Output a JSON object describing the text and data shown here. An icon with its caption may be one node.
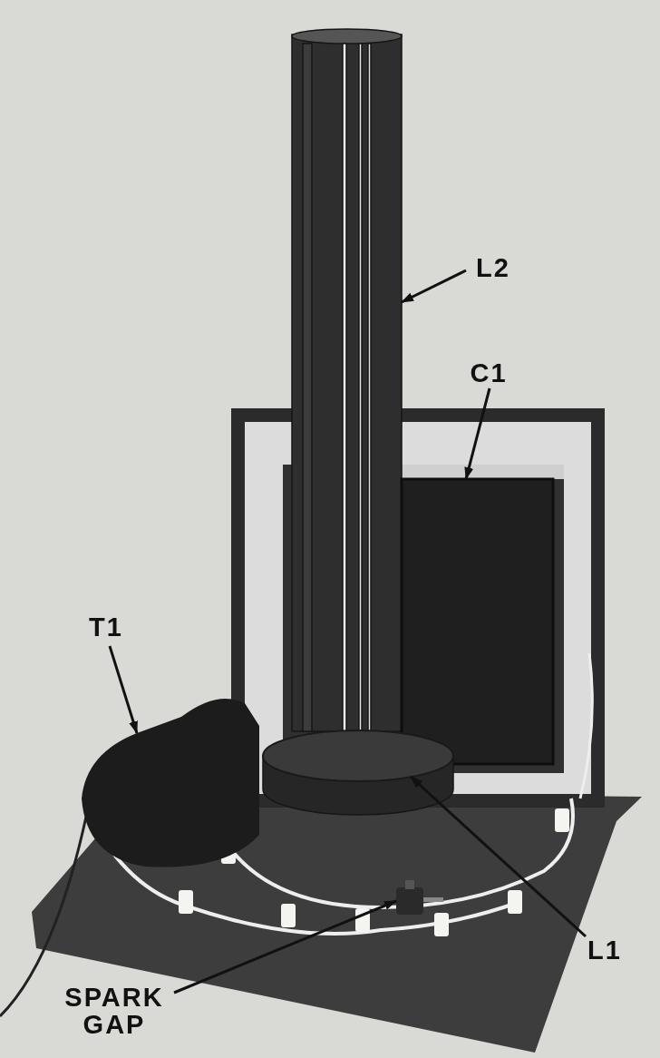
{
  "diagram": {
    "nodes": [
      {
        "text": [
          "L2"
        ]
      },
      {
        "text": [
          "C1"
        ]
      },
      {
        "text": [
          "T1"
        ]
      },
      {
        "text": [
          "L1"
        ]
      },
      {
        "text": [
          "SPARK GAP"
        ]
      },
      {
        "text": [],
        "shape": "cylinder"
      },
      {
        "text": [],
        "shape": "box"
      },
      {
        "text": [],
        "shape": "picture"
      },
      {
        "text": [],
        "shape": "cylinder"
      },
      {
        "text": [],
        "shape": "picture"
      }
    ],
    "edges": [
      {
        "from": 0,
        "to": 5,
        "arrow": "to"
      },
      {
        "from": 1,
        "to": 6,
        "arrow": "to"
      },
      {
        "from": 2,
        "to": 7,
        "arrow": "to"
      },
      {
        "from": 3,
        "to": 8,
        "arrow": "to"
      },
      {
        "from": 4,
        "to": 9,
        "arrow": "to"
      }
    ]
  }
}
